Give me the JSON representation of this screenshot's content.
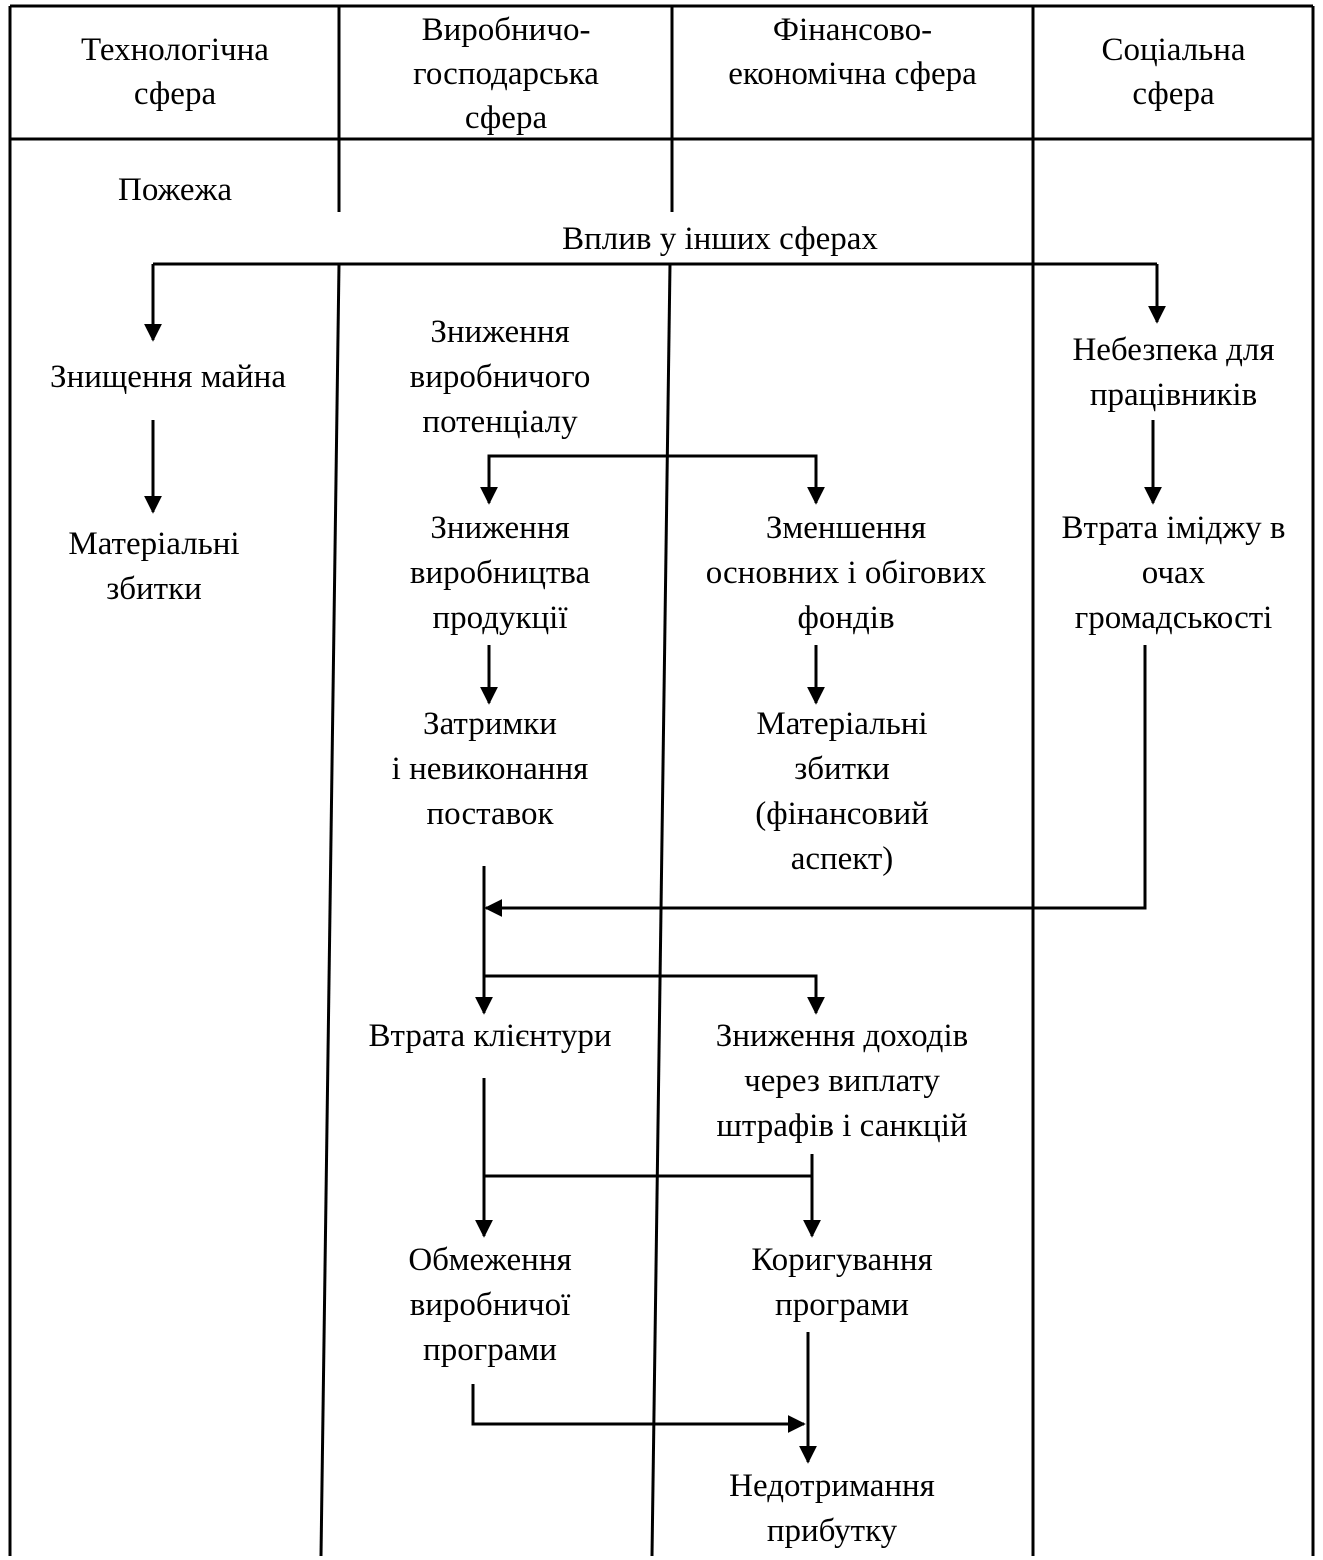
{
  "headers": {
    "technological": [
      "Технологічна",
      "сфера"
    ],
    "production": [
      "Виробничо-",
      "господарська",
      "сфера"
    ],
    "financial": [
      "Фінансово-",
      "економічна сфера"
    ],
    "social": [
      "Соціальна",
      "сфера"
    ]
  },
  "nodes": {
    "fire": [
      "Пожежа"
    ],
    "influence": [
      "Вплив у інших сферах"
    ],
    "property_destruction": [
      "Знищення майна"
    ],
    "material_losses_tech": [
      "Матеріальні",
      "збитки"
    ],
    "reduced_potential": [
      "Зниження",
      "виробничого",
      "потенціалу"
    ],
    "reduced_output": [
      "Зниження",
      "виробництва",
      "продукції"
    ],
    "delivery_delays": [
      "Затримки",
      "і невиконання",
      "поставок"
    ],
    "reduced_funds": [
      "Зменшення",
      "основних і обігових",
      "фондів"
    ],
    "material_losses_fin": [
      "Матеріальні",
      "збитки",
      "(фінансовий",
      "аспект)"
    ],
    "worker_danger": [
      "Небезпека для",
      "працівників"
    ],
    "image_loss": [
      "Втрата іміджу в",
      "очах",
      "громадськості"
    ],
    "client_loss": [
      "Втрата клієнтури"
    ],
    "income_reduction": [
      "Зниження доходів",
      "через виплату",
      "штрафів і санкцій"
    ],
    "program_limit": [
      "Обмеження",
      "виробничої",
      "програми"
    ],
    "program_adjust": [
      "Коригування",
      "програми"
    ],
    "profit_loss": [
      "Недотримання",
      "прибутку"
    ]
  }
}
